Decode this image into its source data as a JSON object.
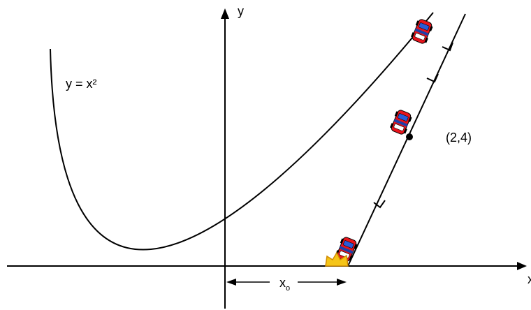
{
  "labels": {
    "y_axis": "y",
    "x_axis": "x",
    "curve": "y = x²",
    "point": "(2,4)",
    "x0_main": "x",
    "x0_sub": "o"
  },
  "colors": {
    "stroke": "#000000",
    "car_body": "#e8141c",
    "car_window": "#2a5bd7",
    "car_stripe": "#1f3fa8",
    "crash_fill": "#f5c518",
    "crash_stroke": "#d08a00",
    "background": "#ffffff"
  },
  "icons": [
    "car-icon",
    "crash-burst-icon",
    "arrowhead-icon"
  ]
}
